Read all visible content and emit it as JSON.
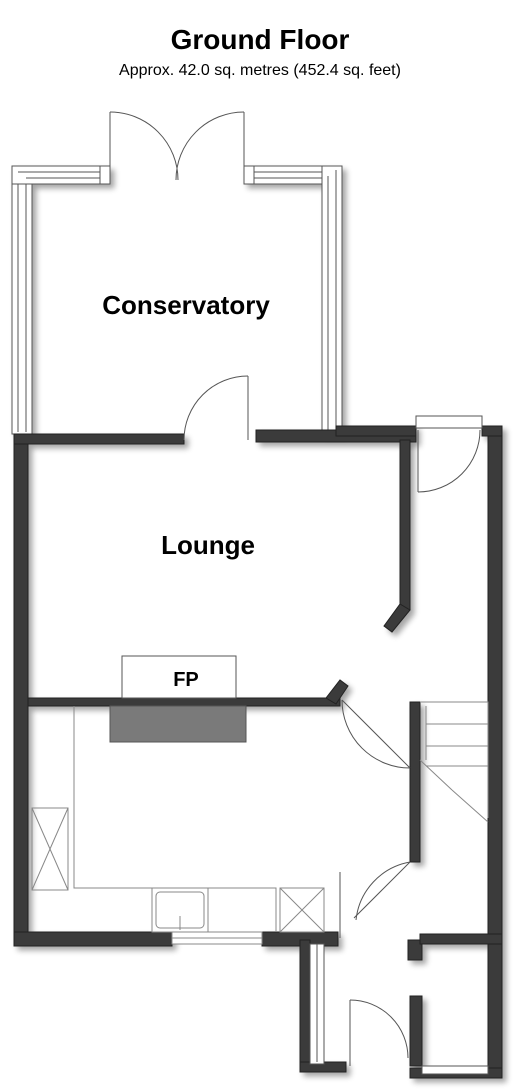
{
  "header": {
    "title": "Ground Floor",
    "subtitle": "Approx. 42.0 sq. metres (452.4 sq. feet)"
  },
  "rooms": {
    "conservatory": "Conservatory",
    "lounge": "Lounge",
    "fireplace": "FP"
  },
  "colors": {
    "wall": "#3a3a3a",
    "wall_shadow": "#bdbdbd",
    "hearth": "#7a7a7a",
    "line": "#555555"
  }
}
